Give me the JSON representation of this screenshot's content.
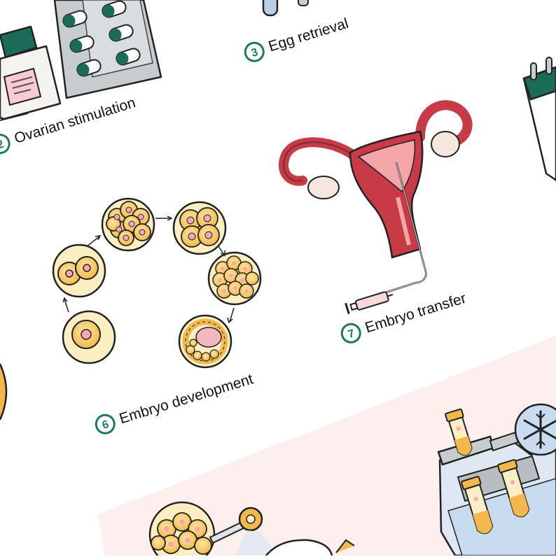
{
  "steps": [
    {
      "number": "2",
      "label": "Ovarian stimulation"
    },
    {
      "number": "3",
      "label": "Egg retrieval"
    },
    {
      "number": "6",
      "label": "Embryo development"
    },
    {
      "number": "7",
      "label": "Embryo transfer"
    }
  ],
  "colors": {
    "accent_green": "#1e7a5f",
    "uterus_red": "#c93a47",
    "uterus_light": "#f3a5a8",
    "embryo_orange": "#f2b84b",
    "embryo_cream": "#fbeec2",
    "nucleus_pink": "#f4a7b4",
    "pill_green": "#1a6b58",
    "blister_gray": "#c7cccf",
    "panel_pink": "#fcefed",
    "freezer_blue": "#c9dbef",
    "outline": "#222222"
  },
  "icons": [
    "pill-blister-icon",
    "medicine-bottle-icon",
    "uterus-icon",
    "syringe-icon",
    "calendar-icon",
    "snowflake-icon",
    "test-tube-icon",
    "embryo-cell-icon"
  ]
}
